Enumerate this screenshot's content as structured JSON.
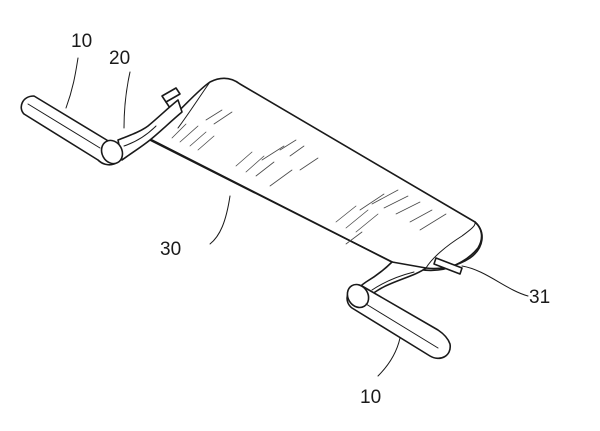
{
  "labels": {
    "left_shaft": "10",
    "flange": "20",
    "body": "30",
    "pin": "31",
    "right_shaft": "10"
  }
}
